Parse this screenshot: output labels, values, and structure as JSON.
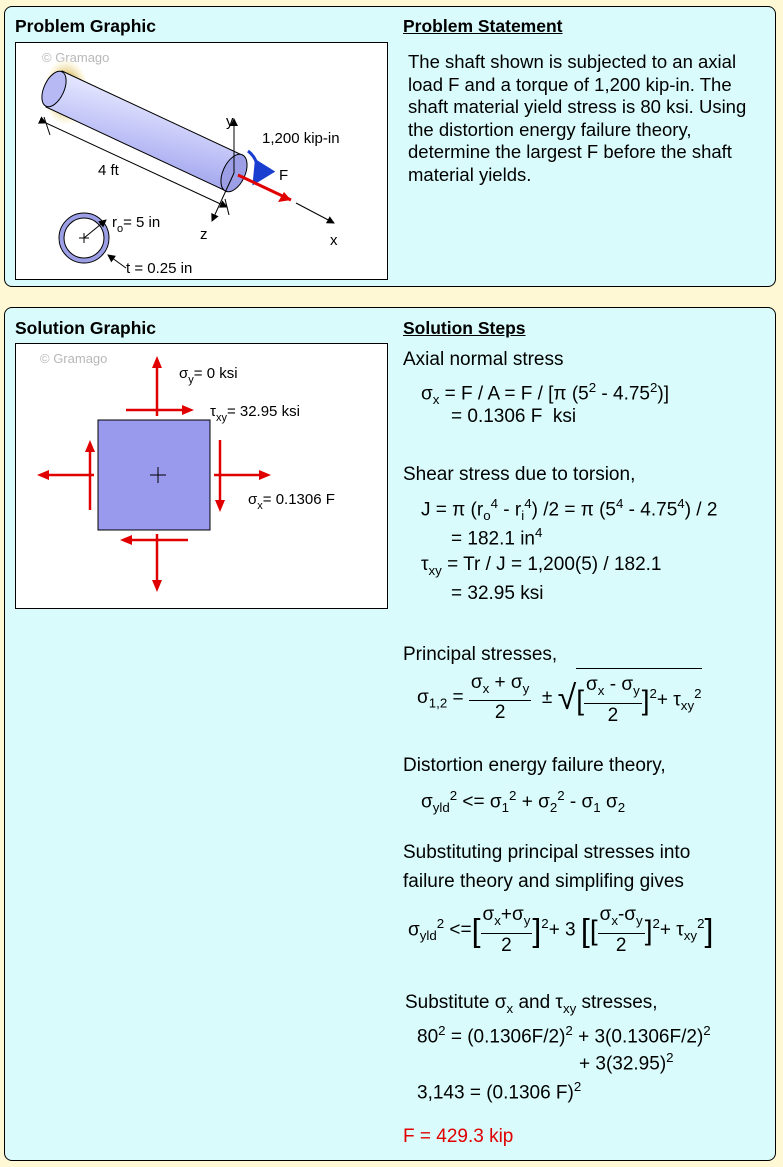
{
  "problem": {
    "graphic_heading": "Problem Graphic",
    "statement_heading": "Problem Statement",
    "statement": "The shaft shown is subjected to an axial load F and a torque of 1,200 kip-in. The shaft material yield stress is 80 ksi. Using the distortion energy failure theory, determine the largest F before the shaft material yields.",
    "graphic": {
      "copyright": "© Gramago",
      "torque": "1,200 kip-in",
      "force": "F",
      "length": "4 ft",
      "axis_x": "x",
      "axis_y": "y",
      "axis_z": "z",
      "radius": "= 5 in",
      "thickness": "t = 0.25 in"
    }
  },
  "solution": {
    "graphic_heading": "Solution Graphic",
    "steps_heading": "Solution Steps",
    "graphic": {
      "copyright": "© Gramago",
      "sigma_y": "= 0 ksi",
      "tau_xy": "= 32.95 ksi",
      "sigma_x": "= 0.1306 F"
    },
    "steps": {
      "axial_title": "Axial normal stress",
      "shear_title": "Shear stress due to torsion,",
      "j_result": "= 182.1 in",
      "tau_result": "= 32.95 ksi",
      "principal_title": "Principal stresses,",
      "distortion_title": "Distortion energy failure theory,",
      "subst_title_1": "Substituting principal stresses into",
      "subst_title_2": "failure theory and simplifing gives",
      "substitute_label": "stresses,",
      "final_answer": "F = 429.3 kip"
    }
  },
  "colors": {
    "panel": "#d9fbfb",
    "background": "#fef9d4",
    "arrow": "#e00000",
    "element": "#9999ee",
    "torque": "#1a3fd0"
  }
}
